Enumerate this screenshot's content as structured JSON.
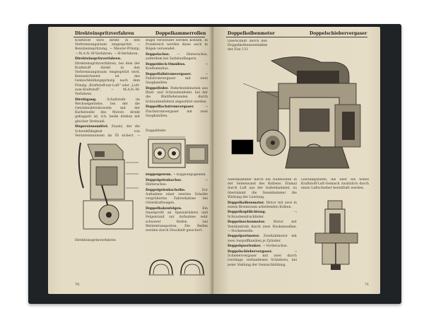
{
  "left_page": {
    "running_head_left": "Direkteinspritzverfahren",
    "running_head_right": "Doppelkammerrollen",
    "col1": [
      {
        "term": "",
        "text": "Kraftstoff wird direkt in den Verbrennungsraum eingespritzt. → Benzineinspritzung, → Meurer-Prinzip, → M.A.N.-M-Verfahren, → H-Verfahren."
      },
      {
        "term": "Direkteinspritzverfahren.",
        "text": "Direkteinspritzverfahren, bei dem der Kraftstoff direkt in den Verbrennungsraum eingespritzt wird. Kennzeichnend ist das Gemischbildungsprinzip nach dem Prinzip „Kraftstoff-zur-Luft“ oder „Luft-zum-Kraftstoff“. → M.A.N.-M-Verfahren."
      },
      {
        "term": "Direktgang.",
        "text": "Schaltstufe im Wechselgetriebe, bei der die Getriebeabtriebswelle mit der Kurbelwelle des Motors direkt gekuppelt ist, d.h. beide drehen mit gleicher Drehzahl."
      },
      {
        "term": "Dispersionsmittel.",
        "text": "Zusatz, der die Schwebfähigkeit von Verunreinigungen im Öl sichert. → Additive."
      }
    ],
    "col2": [
      {
        "term": "",
        "text": "Bügel verwendet werden können. In Frankreich werden diese auch in Bögen verwendet."
      },
      {
        "term": "Doppelachse.",
        "text": "→ Hinterachse, außerdem bei Sattelaufliegern."
      },
      {
        "term": "Doppeldeck-Omnibus.",
        "text": "→ Kraftomnibus."
      },
      {
        "term": "Doppelfallstromvergaser.",
        "text": "→ Fallstromvergaser mit zwei Saugkanälen."
      },
      {
        "term": "Doppelfeder.",
        "text": "Federkombination aus Blatt- und Schraubenfeder, bei der die Blattfederenden durch Schraubenfedern abgestützt werden."
      },
      {
        "term": "Doppelflachstromvergaser.",
        "text": "→ Flachstromvergaser mit zwei Saugkanälen."
      }
    ],
    "col2_lower": [
      {
        "term": "Doppelgelenk.",
        "text": "→ Kupplungsgelenk."
      },
      {
        "term": "Doppelgelenkachse.",
        "text": "→ Hinterachse."
      },
      {
        "term": "Doppelgelenkscheibe.",
        "text": "Zur Aufnahme einer zweiten Scheibe vergrößertes Fahrerkabine bei Güterkraftwagen."
      },
      {
        "term": "Doppelhakenfelgen.",
        "text": "Ein Innenprofil an Spezialrädern und Felgenrand zur Aufnahme sehr schwerer Reifen bei Weitentransporten. Die Reifen werden durch Druckluft gesichert."
      }
    ],
    "caption_engine": "Direkteinspritzverfahren",
    "caption_carb": "Doppelfeder",
    "folio": "70"
  },
  "right_page": {
    "running_head_left": "Doppelkolbenmotor",
    "running_head_right": "Doppelschiebervergaser",
    "caption_top": "Querschnitt durch den Doppelkolbenzweitaktmotor des Fiat 133",
    "col1": [
      {
        "term": "",
        "text": "Außenkammer durch ein Nadelventil in der Seitenwand des Kolbens. Einmal durch Luft aus der Außenkammer, zu übernimmt die Innenkammer die Wirkung der Leistung."
      },
      {
        "term": "Doppelkolbenmotor.",
        "text": "Motor mit zwei in einem Brennraum arbeitenden Kolben."
      },
      {
        "term": "Doppelkopfdichtung.",
        "text": "→ Schraubendruckfeder."
      },
      {
        "term": "Doppelnockenmotor.",
        "text": "Motor mit Ventilantrieb durch zwei Nockenwellen. → Nockenwelle."
      },
      {
        "term": "Doppelportmotor.",
        "text": "Zweitaktmotor mit zwei Auspuffkanälen je Zylinder."
      },
      {
        "term": "Doppelquerlenker.",
        "text": "→ Vorderachse."
      },
      {
        "term": "Doppelschiebervergaser.",
        "text": "→ Schiebervergaser mit zwei durch Gestänge verbundenen Schiebern, bei jeder Stellung der Gemischbildung."
      }
    ],
    "col2": [
      {
        "term": "",
        "text": "Leistungsdaten, die über ein hohes Kraftstoff-Luft-Gemisch zusätzlich durch einen Luftschieber beeinflußt werden."
      }
    ],
    "folio": "71"
  }
}
